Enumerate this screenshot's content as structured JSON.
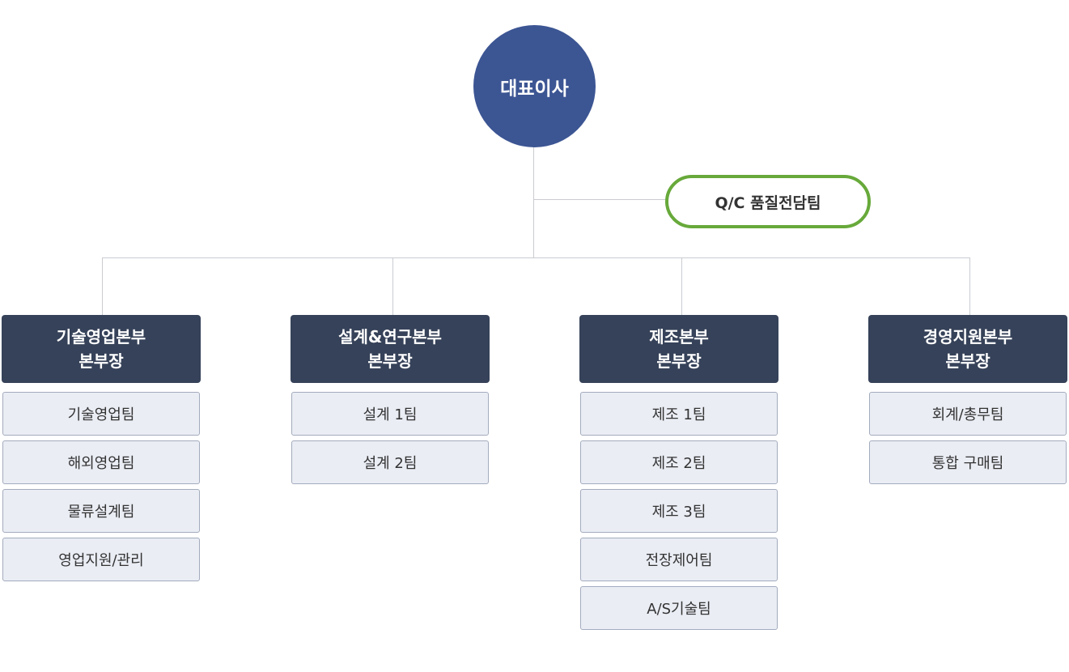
{
  "ceo": {
    "label": "대표이사"
  },
  "qc": {
    "label": "Q/C 품질전담팀"
  },
  "divisions": [
    {
      "name": "기술영업본부",
      "head": "본부장",
      "teams": [
        "기술영업팀",
        "해외영업팀",
        "물류설계팀",
        "영업지원/관리"
      ]
    },
    {
      "name": "설계&연구본부",
      "head": "본부장",
      "teams": [
        "설계 1팀",
        "설계 2팀"
      ]
    },
    {
      "name": "제조본부",
      "head": "본부장",
      "teams": [
        "제조 1팀",
        "제조 2팀",
        "제조 3팀",
        "전장제어팀",
        "A/S기술팀"
      ]
    },
    {
      "name": "경영지원본부",
      "head": "본부장",
      "teams": [
        "회계/총무팀",
        "통합 구매팀"
      ]
    }
  ],
  "colors": {
    "ceo": "#3c5593",
    "division_header": "#364259",
    "team_bg": "#eaedf4",
    "qc_border": "#67a93a",
    "connector": "#c9ccd1"
  }
}
